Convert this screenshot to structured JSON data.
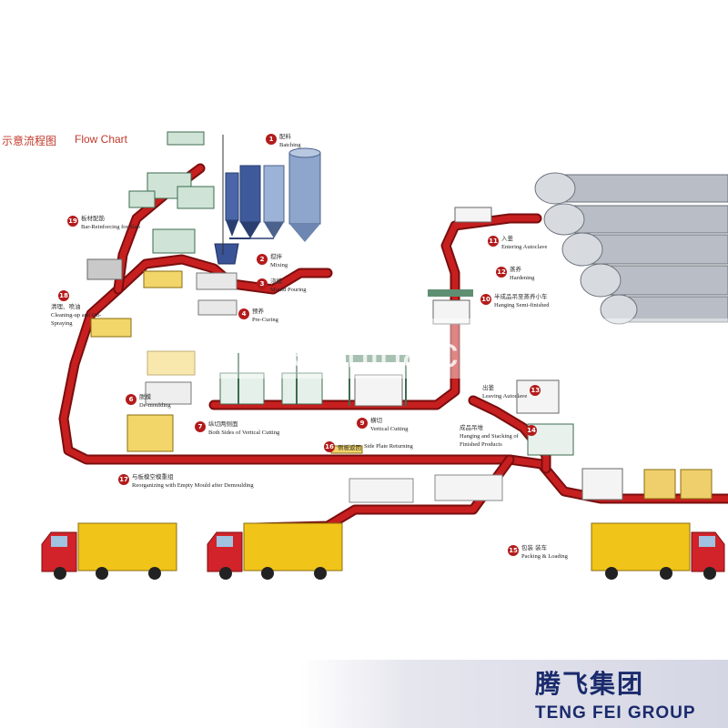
{
  "title": {
    "cn": "示意流程图",
    "en": "Flow Chart"
  },
  "watermark": "trade.china.cn",
  "brand": {
    "cn": "腾飞集团",
    "en": "TENG FEI GROUP"
  },
  "colors": {
    "track": "#b31b1b",
    "accent": "#c0392b",
    "brand": "#1a2a6c"
  },
  "steps": [
    {
      "num": "1",
      "cn": "配料",
      "en": "Batching"
    },
    {
      "num": "2",
      "cn": "搅拌",
      "en": "Mixing"
    },
    {
      "num": "3",
      "cn": "浇模",
      "en": "Mould Pouring"
    },
    {
      "num": "4",
      "cn": "预养",
      "en": "Pre-Curing"
    },
    {
      "num": "6",
      "cn": "脱模",
      "en": "De-moulding"
    },
    {
      "num": "7",
      "cn": "纵切两侧面",
      "en": "Both Sides of Vertical Cutting"
    },
    {
      "num": "9",
      "cn": "横切",
      "en": "Vertical Cutting"
    },
    {
      "num": "10",
      "cn": "半成品吊至蒸养小车",
      "en": "Hanging Semi-finished"
    },
    {
      "num": "11",
      "cn": "入釜",
      "en": "Entering Autoclave"
    },
    {
      "num": "12",
      "cn": "蒸养",
      "en": "Hardening"
    },
    {
      "num": "13",
      "cn": "出釜",
      "en": "Leaving Autoclave"
    },
    {
      "num": "14",
      "cn": "成品吊堆",
      "en": "Hanging and Stacking of Finished Products"
    },
    {
      "num": "15",
      "cn": "包装 装车",
      "en": "Packing & Loading"
    },
    {
      "num": "16",
      "cn": "侧板返回",
      "en": "Side Plate Returning"
    },
    {
      "num": "17",
      "cn": "与板模空模重组",
      "en": "Reorganizing with Empty Mould after Demoulding"
    },
    {
      "num": "18",
      "cn": "清理、喷油",
      "en": "Cleaning-up and Oil-Spraying"
    },
    {
      "num": "19",
      "cn": "板材配筋",
      "en": "Bar-Reinforcing for Slab"
    }
  ]
}
